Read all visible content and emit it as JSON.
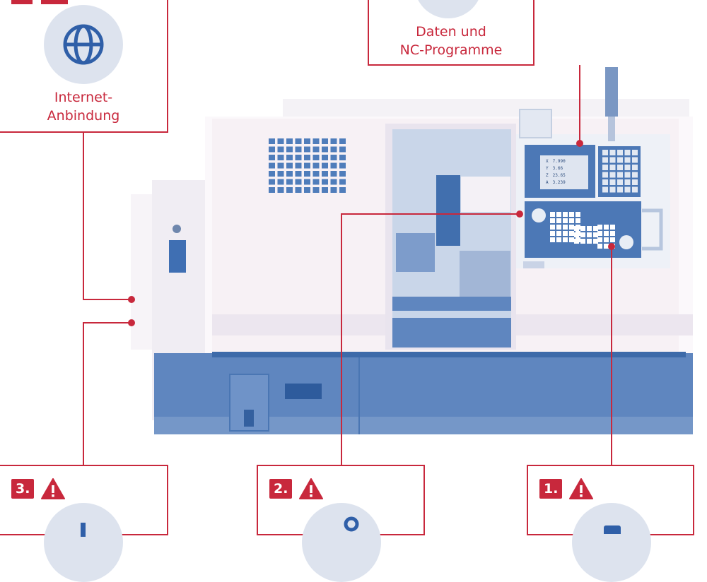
{
  "callouts": {
    "internet": {
      "label": "Internet-\nAnbindung",
      "icon": "globe-icon"
    },
    "data": {
      "label": "Daten und\nNC-Programme"
    },
    "risk3": {
      "number": "3.",
      "icon": "warning-icon"
    },
    "risk2": {
      "number": "2.",
      "icon": "warning-icon"
    },
    "risk1": {
      "number": "1.",
      "icon": "warning-icon"
    }
  },
  "screen": {
    "rows": [
      {
        "axis": "X",
        "value": "7.990"
      },
      {
        "axis": "Y",
        "value": "3.66"
      },
      {
        "axis": "Z",
        "value": "23.65"
      },
      {
        "axis": "A",
        "value": "3.239"
      }
    ]
  },
  "colors": {
    "accent": "#c8283c",
    "machine_blue": "#5f86bf",
    "machine_light": "#dfe6f2"
  }
}
